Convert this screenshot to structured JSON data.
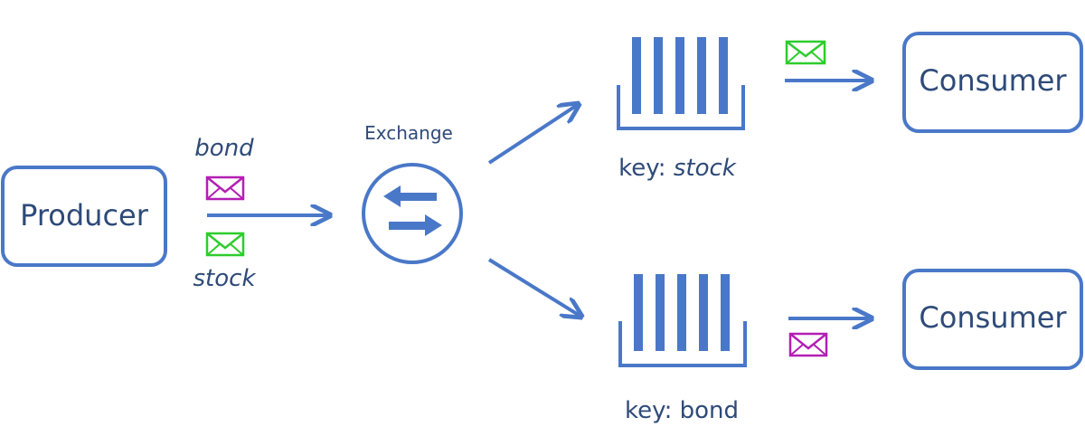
{
  "producer": {
    "label": "Producer"
  },
  "exchange": {
    "label": "Exchange"
  },
  "messages": {
    "top_label": "bond",
    "bottom_label": "stock"
  },
  "queues": [
    {
      "key_prefix": "key: ",
      "key_value": "stock"
    },
    {
      "key_prefix": "key: ",
      "key_value": "bond"
    }
  ],
  "consumers": [
    {
      "label": "Consumer"
    },
    {
      "label": "Consumer"
    }
  ],
  "colors": {
    "blue": "#4a78c8",
    "text": "#2e4a78",
    "bond_envelope": "#b31fb3",
    "stock_envelope": "#2ecc2e"
  },
  "icons": {
    "exchange": "exchange-arrows-icon",
    "queue": "queue-icon",
    "envelope": "envelope-icon"
  }
}
